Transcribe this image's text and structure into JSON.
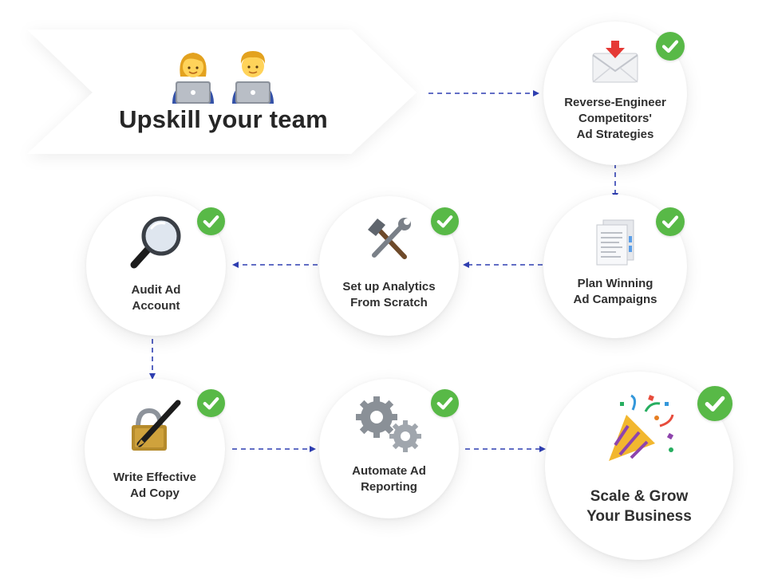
{
  "banner": {
    "title": "Upskill your team"
  },
  "steps": [
    {
      "label_lines": [
        "Reverse-Engineer",
        "Competitors'",
        "Ad Strategies"
      ],
      "icon": "envelope-download-icon"
    },
    {
      "label_lines": [
        "Plan Winning",
        "Ad Campaigns"
      ],
      "icon": "document-pages-icon"
    },
    {
      "label_lines": [
        "Set up Analytics",
        "From Scratch"
      ],
      "icon": "hammer-wrench-icon"
    },
    {
      "label_lines": [
        "Audit Ad",
        "Account"
      ],
      "icon": "magnifier-icon"
    },
    {
      "label_lines": [
        "Write Effective",
        "Ad Copy"
      ],
      "icon": "pen-lock-icon"
    },
    {
      "label_lines": [
        "Automate Ad",
        "Reporting"
      ],
      "icon": "gears-icon"
    },
    {
      "label_lines": [
        "Scale & Grow",
        "Your Business"
      ],
      "icon": "party-popper-icon"
    }
  ],
  "colors": {
    "check_green": "#58b947",
    "connector_blue": "#2f3fb2",
    "title_text": "#262626"
  }
}
